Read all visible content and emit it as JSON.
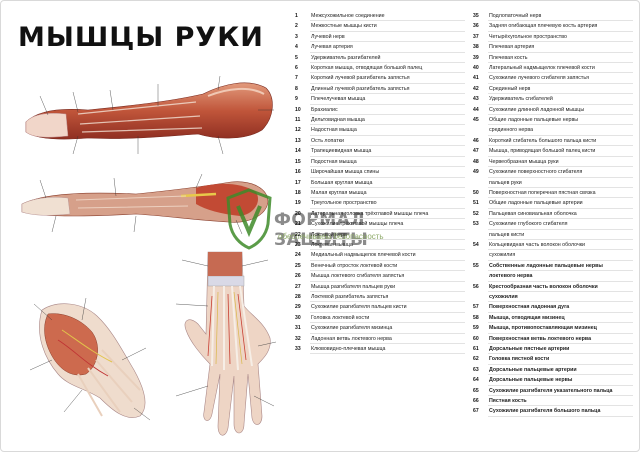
{
  "page": {
    "title": "МЫШЦЫ РУКИ"
  },
  "watermark": {
    "brand": "ФОРМАЛ ЗАЩИТЫ",
    "tagline": "обеспечиваем безопасность",
    "color": "#3f8b2a"
  },
  "legend_col1": [
    {
      "n": "1",
      "label": "Межсухожильное соединение"
    },
    {
      "n": "2",
      "label": "Межкостные мышцы кисти"
    },
    {
      "n": "3",
      "label": "Лучевой нерв"
    },
    {
      "n": "4",
      "label": "Лучевая артерия"
    },
    {
      "n": "5",
      "label": "Удерживатель разгибателей"
    },
    {
      "n": "6",
      "label": "Короткая мышца, отводящая большой палец"
    },
    {
      "n": "7",
      "label": "Короткий лучевой разгибатель запястья"
    },
    {
      "n": "8",
      "label": "Длинный лучевой разгибатель запястья"
    },
    {
      "n": "9",
      "label": "Плечелучевая мышца"
    },
    {
      "n": "10",
      "label": "Брахиалис"
    },
    {
      "n": "11",
      "label": "Дельтовидная мышца"
    },
    {
      "n": "12",
      "label": "Надостная мышца"
    },
    {
      "n": "13",
      "label": "Ость лопатки"
    },
    {
      "n": "14",
      "label": "Трапециевидная мышца"
    },
    {
      "n": "15",
      "label": "Подостная мышца"
    },
    {
      "n": "16",
      "label": "Широчайшая мышца спины"
    },
    {
      "n": "17",
      "label": "Большая круглая мышца"
    },
    {
      "n": "18",
      "label": "Малая круглая мышца"
    },
    {
      "n": "19",
      "label": "Треугольное пространство"
    },
    {
      "n": "20",
      "label": "Латеральная головка трёхглавой мышцы плеча"
    },
    {
      "n": "21",
      "label": "Сухожилие трёхглавой мышцы плеча"
    },
    {
      "n": "22",
      "label": "Локтевой нерв"
    },
    {
      "n": "23",
      "label": "Локтевая мышца"
    },
    {
      "n": "24",
      "label": "Медиальный надмыщелок плечевой кости"
    },
    {
      "n": "25",
      "label": "Венечный отросток локтевой кости"
    },
    {
      "n": "26",
      "label": "Мышца локтевого сгибателя запястья"
    },
    {
      "n": "27",
      "label": "Мышца разгибателя пальцев руки"
    },
    {
      "n": "28",
      "label": "Локтевой разгибатель запястья"
    },
    {
      "n": "29",
      "label": "Сухожилие разгибателя пальцев кисти"
    },
    {
      "n": "30",
      "label": "Головка локтевой кости"
    },
    {
      "n": "31",
      "label": "Сухожилие разгибателя мизинца"
    },
    {
      "n": "32",
      "label": "Ладонная ветвь локтевого нерва"
    },
    {
      "n": "33",
      "label": "Клювовидно-плечевая мышца"
    }
  ],
  "legend_col2": [
    {
      "n": "35",
      "label": "Подлопаточный нерв"
    },
    {
      "n": "36",
      "label": "Задняя огибающая плечевую кость артерия"
    },
    {
      "n": "37",
      "label": "Четырёхугольное пространство"
    },
    {
      "n": "38",
      "label": "Плечевая артерия"
    },
    {
      "n": "39",
      "label": "Плечевая кость"
    },
    {
      "n": "40",
      "label": "Латеральный надмыщелок плечевой кости"
    },
    {
      "n": "41",
      "label": "Сухожилие лучевого сгибателя запястья"
    },
    {
      "n": "42",
      "label": "Срединный нерв"
    },
    {
      "n": "43",
      "label": "Удерживатель сгибателей"
    },
    {
      "n": "44",
      "label": "Сухожилие длинной ладонной мышцы"
    },
    {
      "n": "45",
      "label": "Общие ладонные пальцевые нервы"
    },
    {
      "n": "",
      "label": "срединного нерва"
    },
    {
      "n": "46",
      "label": "Короткий сгибатель большого пальца кисти"
    },
    {
      "n": "47",
      "label": "Мышца, приводящая большой палец кисти"
    },
    {
      "n": "48",
      "label": "Червеобразная мышца руки"
    },
    {
      "n": "49",
      "label": "Сухожилие поверхностного сгибателя"
    },
    {
      "n": "",
      "label": "пальцев руки"
    },
    {
      "n": "50",
      "label": "Поверхностная поперечная пястная связка"
    },
    {
      "n": "51",
      "label": "Общие ладонные пальцевые артерии"
    },
    {
      "n": "52",
      "label": "Пальцевая синовиальная оболочка"
    },
    {
      "n": "53",
      "label": "Сухожилие глубокого сгибателя"
    },
    {
      "n": "",
      "label": "пальцев кисти"
    },
    {
      "n": "54",
      "label": "Кольцевидная часть волокон оболочки"
    },
    {
      "n": "",
      "label": "сухожилия"
    },
    {
      "n": "55",
      "label": "Собственные ладонные пальцевые нервы",
      "bold": true
    },
    {
      "n": "",
      "label": "локтевого нерва",
      "bold": true
    },
    {
      "n": "56",
      "label": "Крестообразная часть волокон оболочки",
      "bold": true
    },
    {
      "n": "",
      "label": "сухожилия",
      "bold": true
    },
    {
      "n": "57",
      "label": "Поверхностная ладонная дуга",
      "bold": true
    },
    {
      "n": "58",
      "label": "Мышца, отводящая мизинец",
      "bold": true
    },
    {
      "n": "59",
      "label": "Мышца, противопоставляющая мизинец",
      "bold": true
    },
    {
      "n": "60",
      "label": "Поверхностная ветвь локтевого нерва",
      "bold": true
    },
    {
      "n": "61",
      "label": "Дорсальные пястные артерии",
      "bold": true
    },
    {
      "n": "62",
      "label": "Головка пястной кости",
      "bold": true
    },
    {
      "n": "63",
      "label": "Дорсальные пальцевые артерии",
      "bold": true
    },
    {
      "n": "64",
      "label": "Дорсальные пальцевые нервы",
      "bold": true
    },
    {
      "n": "65",
      "label": "Сухожилие разгибателя указательного пальца",
      "bold": true
    },
    {
      "n": "66",
      "label": "Пястная кость",
      "bold": true
    },
    {
      "n": "67",
      "label": "Сухожилие разгибателя большого пальца",
      "bold": true
    }
  ]
}
